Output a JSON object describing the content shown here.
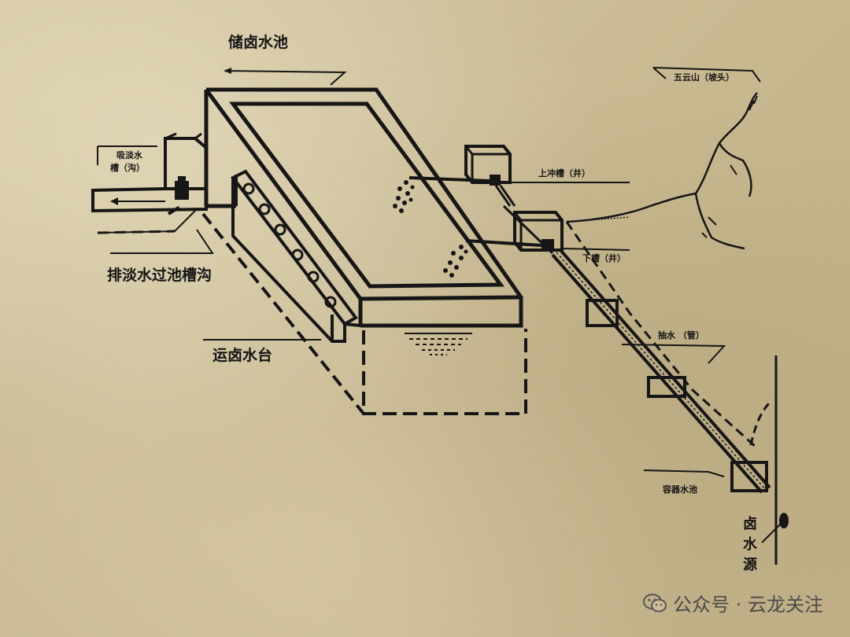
{
  "labels": {
    "storage_pool": "储卤水池",
    "fresh_water_intake": "吸淡水\n槽（沟）",
    "fresh_water_drain": "排淡水过池槽沟",
    "brine_platform": "运卤水台",
    "upper_flush_trough": "上冲槽（井）",
    "lower_trough": "下槽（井）",
    "pumping_pipe": "抽水 （管）",
    "container_pool": "容器水池",
    "mountain": "五云山（坡头）",
    "brine_source": "卤\n水\n源"
  },
  "watermark": {
    "text": "公众号 · 云龙关注",
    "icon": "wechat-icon"
  },
  "colors": {
    "ink": "#161616",
    "paper": "#cbbd97"
  }
}
